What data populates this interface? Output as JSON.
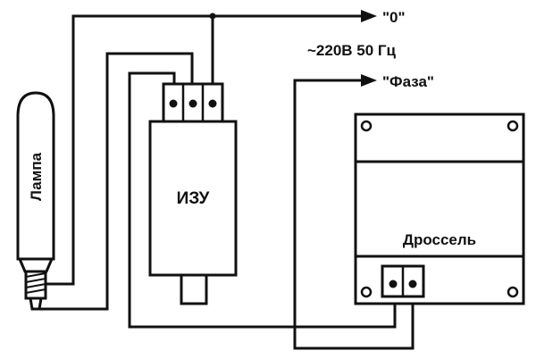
{
  "labels": {
    "neutral": "\"0\"",
    "voltage": "~220В 50 Гц",
    "phase": "\"Фаза\"",
    "lamp": "Лампа",
    "igniter": "ИЗУ",
    "choke": "Дроссель"
  },
  "colors": {
    "ink": "#111111",
    "background": "#ffffff"
  }
}
